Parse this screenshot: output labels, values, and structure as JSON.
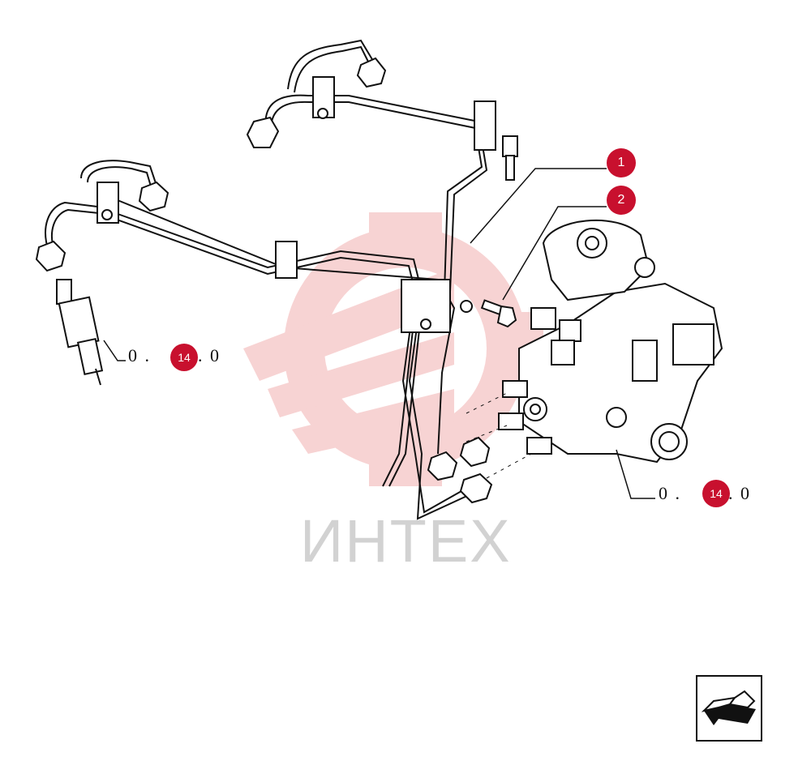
{
  "watermark": {
    "text": "ИНТЕХ"
  },
  "callouts": [
    {
      "id": "1",
      "label": "1"
    },
    {
      "id": "2",
      "label": "2"
    }
  ],
  "references": [
    {
      "prefix": "0 . ",
      "badge": "14",
      "suffix": " . 0",
      "target": "injector"
    },
    {
      "prefix": "0 . ",
      "badge": "14",
      "suffix": " . 0",
      "target": "injection-pump"
    }
  ],
  "navigation": {
    "icon": "return-arrow-icon"
  },
  "colors": {
    "accent": "#c8102e",
    "line": "#111111",
    "watermark": "#f2b8b8"
  }
}
